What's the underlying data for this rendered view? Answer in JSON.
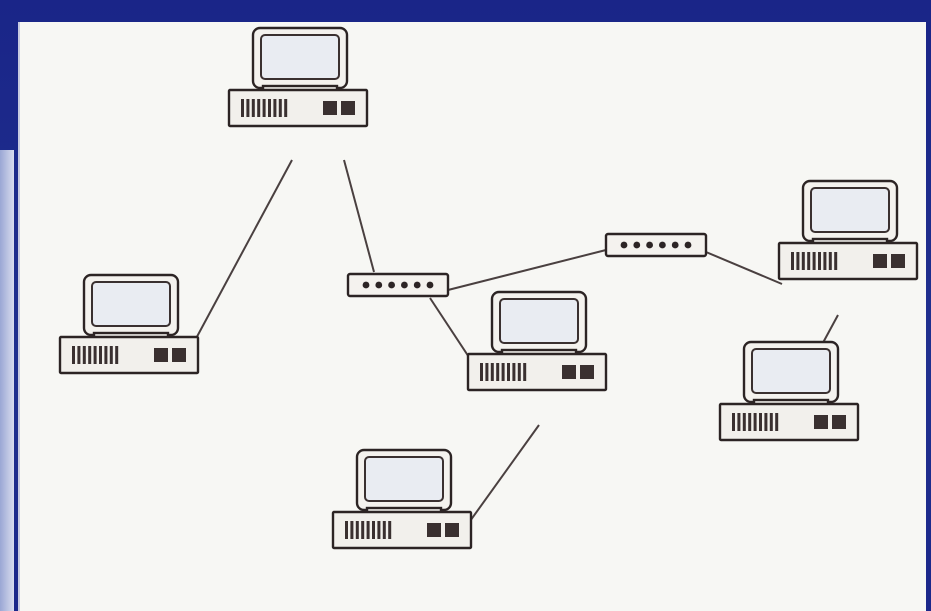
{
  "diagram": {
    "type": "network-topology",
    "nodes": [
      {
        "id": "pc-top",
        "kind": "computer"
      },
      {
        "id": "pc-left",
        "kind": "computer"
      },
      {
        "id": "pc-center",
        "kind": "computer"
      },
      {
        "id": "pc-bottom",
        "kind": "computer"
      },
      {
        "id": "pc-right-upper",
        "kind": "computer"
      },
      {
        "id": "pc-right-lower",
        "kind": "computer"
      },
      {
        "id": "hub-left",
        "kind": "hub"
      },
      {
        "id": "hub-right",
        "kind": "hub"
      }
    ],
    "edges": [
      [
        "pc-top",
        "pc-left"
      ],
      [
        "pc-top",
        "hub-left"
      ],
      [
        "hub-left",
        "pc-center"
      ],
      [
        "pc-center",
        "pc-bottom"
      ],
      [
        "hub-left",
        "hub-right"
      ],
      [
        "hub-right",
        "pc-right-upper"
      ],
      [
        "pc-right-upper",
        "pc-right-lower"
      ]
    ]
  },
  "colors": {
    "frame": "#1c2a8a",
    "canvas": "#f7f7f4",
    "line": "#4a4040"
  }
}
